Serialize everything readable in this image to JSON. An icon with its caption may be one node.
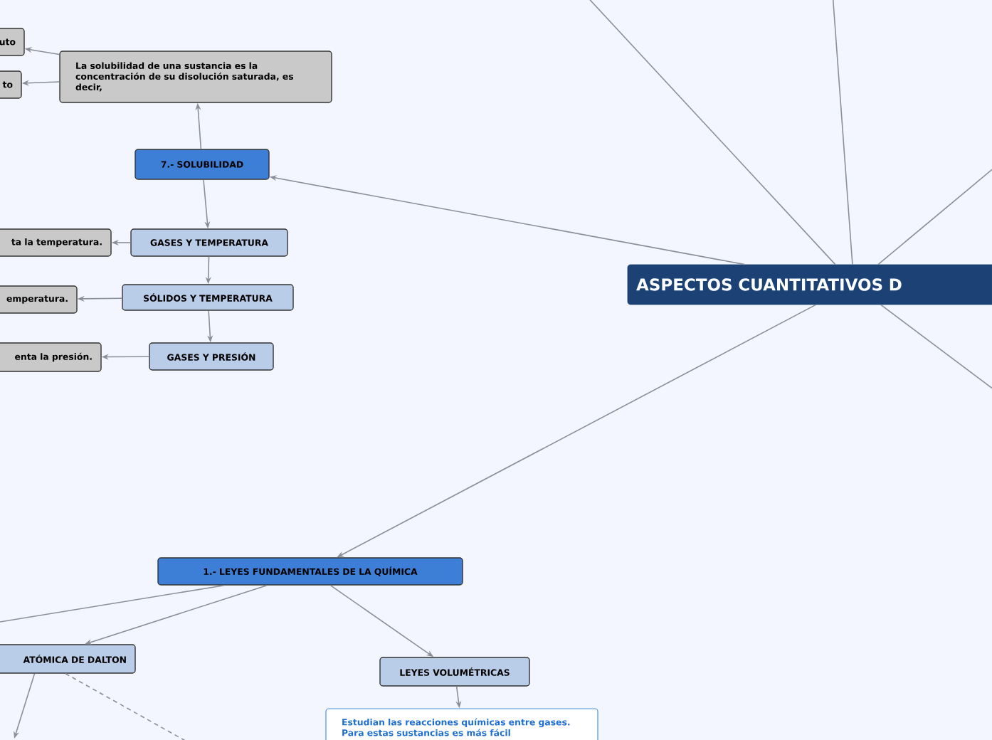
{
  "diagram": {
    "nodes": [
      {
        "text": [
          "ASPECTOS CUANTITATIVOS D"
        ]
      },
      {
        "text": [
          "7.- SOLUBILIDAD"
        ]
      },
      {
        "text": [
          "La solubilidad de una sustancia es la concentración de su disolución saturada, es decir,"
        ]
      },
      {
        "text": [
          "uto"
        ]
      },
      {
        "text": [
          "to"
        ]
      },
      {
        "text": [
          "GASES Y TEMPERATURA"
        ]
      },
      {
        "text": [
          "ta la temperatura."
        ]
      },
      {
        "text": [
          "SÓLIDOS Y TEMPERATURA"
        ]
      },
      {
        "text": [
          "emperatura."
        ]
      },
      {
        "text": [
          "GASES Y PRESIÓN"
        ]
      },
      {
        "text": [
          "enta la presión."
        ]
      },
      {
        "text": [
          "1.- LEYES FUNDAMENTALES DE LA QUÍMICA"
        ]
      },
      {
        "text": [
          "ATÓMICA DE DALTON"
        ]
      },
      {
        "text": [
          "LEYES VOLUMÉTRICAS"
        ]
      },
      {
        "text": [
          "Estudian las reacciones químicas entre gases. Para estas sustancias es más fácil"
        ]
      }
    ],
    "edges": [
      {
        "from": 0,
        "to": 1,
        "arrow": "to"
      },
      {
        "from": 0,
        "to": 11,
        "arrow": "to"
      },
      {
        "from": 0,
        "to": null,
        "arrow": "none"
      },
      {
        "from": 0,
        "to": null,
        "arrow": "none"
      },
      {
        "from": 0,
        "to": null,
        "arrow": "none"
      },
      {
        "from": 0,
        "to": null,
        "arrow": "none"
      },
      {
        "from": 1,
        "to": 2,
        "arrow": "to"
      },
      {
        "from": 2,
        "to": 3,
        "arrow": "to"
      },
      {
        "from": 2,
        "to": 4,
        "arrow": "to"
      },
      {
        "from": 1,
        "to": 5,
        "arrow": "to"
      },
      {
        "from": 5,
        "to": 6,
        "arrow": "to"
      },
      {
        "from": 5,
        "to": 7,
        "arrow": "to"
      },
      {
        "from": 7,
        "to": 8,
        "arrow": "to"
      },
      {
        "from": 7,
        "to": 9,
        "arrow": "to"
      },
      {
        "from": 9,
        "to": 10,
        "arrow": "to"
      },
      {
        "from": 11,
        "to": null,
        "arrow": "none"
      },
      {
        "from": 11,
        "to": 12,
        "arrow": "to"
      },
      {
        "from": 11,
        "to": 13,
        "arrow": "to"
      },
      {
        "from": 13,
        "to": 14,
        "arrow": "to"
      },
      {
        "from": 12,
        "to": null,
        "arrow": "to"
      },
      {
        "from": 12,
        "to": null,
        "arrow": "none",
        "style": "dashed"
      }
    ]
  }
}
